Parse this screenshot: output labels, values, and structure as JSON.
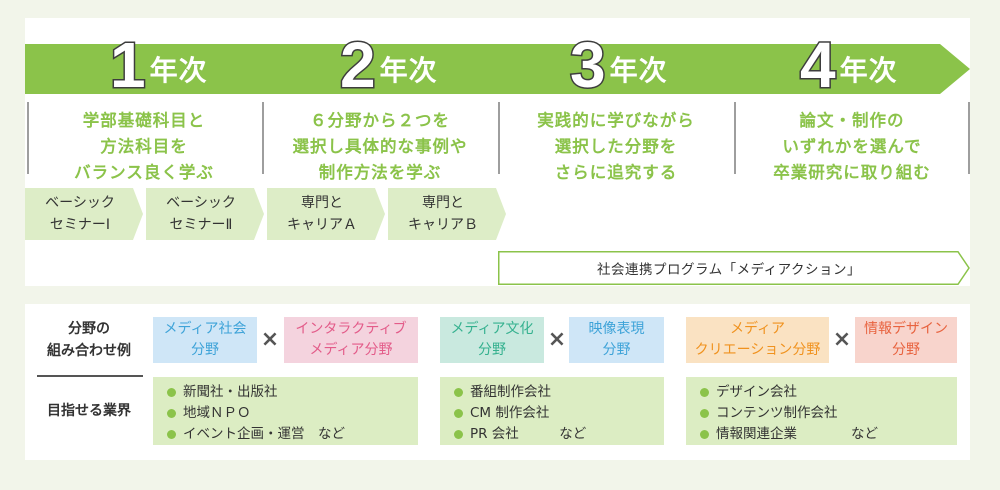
{
  "years": [
    {
      "num": "1",
      "label": "年次"
    },
    {
      "num": "2",
      "label": "年次"
    },
    {
      "num": "3",
      "label": "年次"
    },
    {
      "num": "4",
      "label": "年次"
    }
  ],
  "goals": [
    {
      "line1": "学部基礎科目と",
      "line2": "方法科目を",
      "line3": "バランス良く学ぶ"
    },
    {
      "line1": "６分野から２つを",
      "line2": "選択し具体的な事例や",
      "line3": "制作方法を学ぶ"
    },
    {
      "line1": "実践的に学びながら",
      "line2": "選択した分野を",
      "line3": "さらに追究する"
    },
    {
      "line1": "論文・制作の",
      "line2": "いずれかを選んで",
      "line3": "卒業研究に取り組む"
    }
  ],
  "courses": [
    {
      "line1": "ベーシック",
      "line2": "セミナーⅠ"
    },
    {
      "line1": "ベーシック",
      "line2": "セミナーⅡ"
    },
    {
      "line1": "専門と",
      "line2": "キャリアＡ"
    },
    {
      "line1": "専門と",
      "line2": "キャリアＢ"
    }
  ],
  "program": "社会連携プログラム「メディアクション」",
  "rows": {
    "combination": {
      "line1": "分野の",
      "line2": "組み合わせ例"
    },
    "industries": "目指せる業界"
  },
  "combos": [
    {
      "a": {
        "line1": "メディア社会",
        "line2": "分野"
      },
      "b": {
        "line1": "インタラクティブ",
        "line2": "メディア分野"
      },
      "times": "×",
      "industries": [
        "新聞社・出版社",
        "地域ＮＰＯ",
        "イベント企画・運営　など"
      ]
    },
    {
      "a": {
        "line1": "メディア文化",
        "line2": "分野"
      },
      "b": {
        "line1": "映像表現",
        "line2": "分野"
      },
      "times": "×",
      "industries": [
        "番組制作会社",
        "CM 制作会社",
        "PR 会社　　　など"
      ]
    },
    {
      "a": {
        "line1": "メディア",
        "line2": "クリエーション分野"
      },
      "b": {
        "line1": "情報デザイン",
        "line2": "分野"
      },
      "times": "×",
      "industries": [
        "デザイン会社",
        "コンテンツ制作会社",
        "情報関連企業　　　　など"
      ]
    }
  ],
  "colors": {
    "accent_green": "#8bc34a",
    "course_bg": "#ddedc7",
    "industry_bg": "#dcedc3",
    "field_blue_bg": "#cfe6f7",
    "field_blue_text": "#3ea3d8",
    "field_pink_bg": "#f4d3de",
    "field_pink_text": "#e35b89",
    "field_teal_bg": "#c9e9df",
    "field_teal_text": "#35b18f",
    "field_orange_bg": "#fae2c2",
    "field_orange_text": "#f0921e",
    "field_coral_bg": "#f8d4cc",
    "field_coral_text": "#e8633f"
  }
}
